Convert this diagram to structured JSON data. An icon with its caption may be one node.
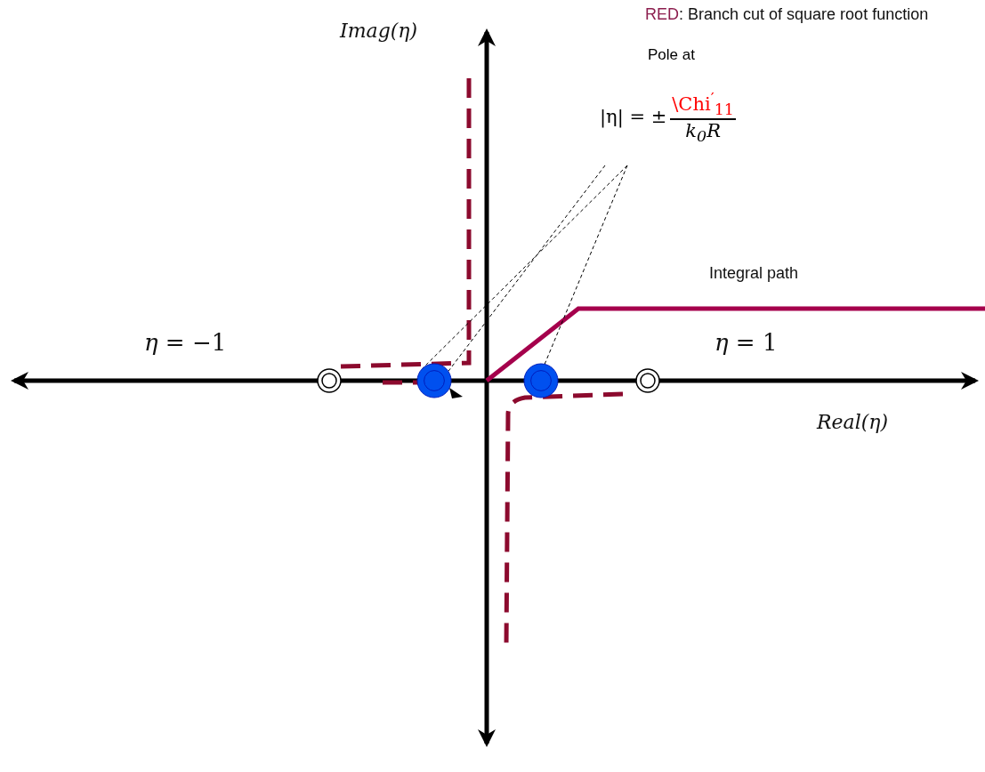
{
  "diagram": {
    "nodes": [
      {
        "text": [
          "Pole at",
          "|η| = ±",
          "\\Chi$^{′}$$_{11}$",
          "k$_{0}$R"
        ]
      },
      {
        "text": [],
        "shape": "circle"
      },
      {
        "text": [],
        "shape": "circle"
      }
    ],
    "edges": [
      {
        "from": 0,
        "to": 1,
        "arrow": "none",
        "style": "dashed"
      },
      {
        "from": 0,
        "to": 1,
        "arrow": "none",
        "style": "dashed"
      },
      {
        "from": 0,
        "to": 2,
        "arrow": "none",
        "style": "dashed"
      }
    ],
    "labels": [
      "RED",
      ": Branch cut of square root function",
      "Imag(η)",
      "Integral path",
      "*η* = −1",
      "*η* = 1",
      "Real(η)"
    ]
  }
}
